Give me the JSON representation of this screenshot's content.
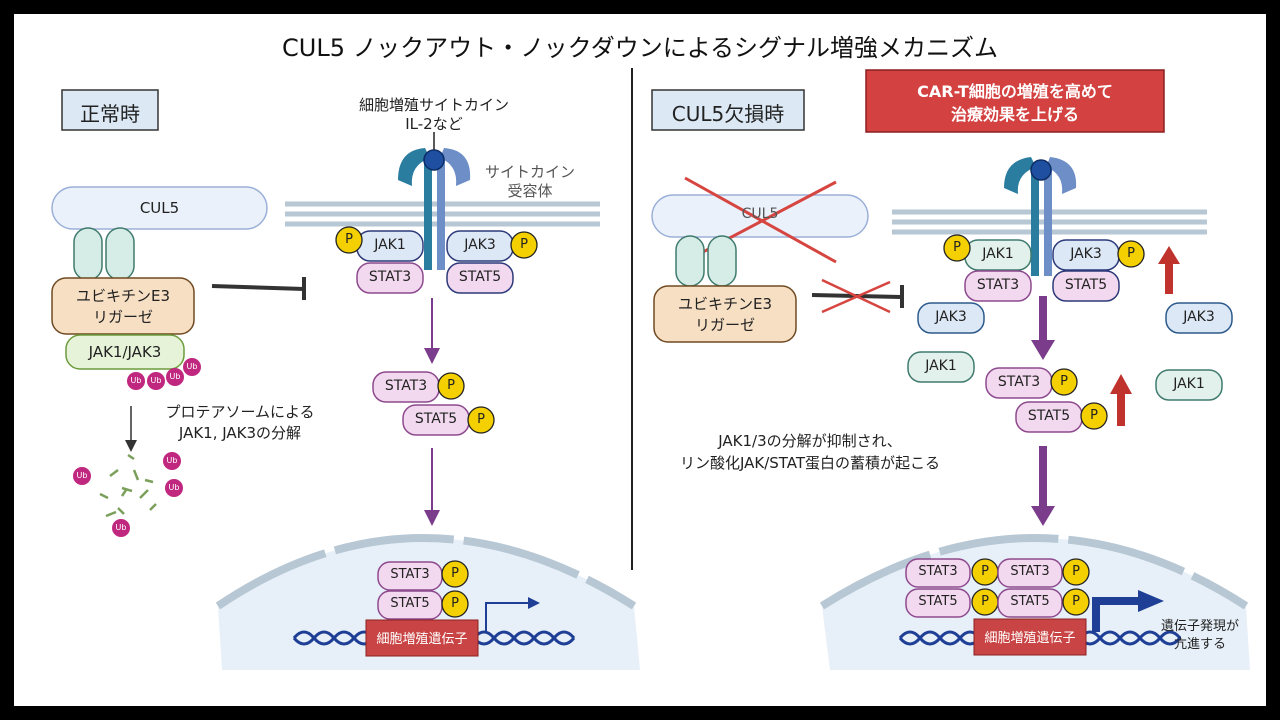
{
  "title": "CUL5 ノックアウト・ノックダウンによるシグナル増強メカニズム",
  "left": {
    "state_label": "正常時",
    "cytokine_label_1": "細胞増殖サイトカイン",
    "cytokine_label_2": "IL-2など",
    "receptor_label_1": "サイトカイン",
    "receptor_label_2": "受容体",
    "cul5": "CUL5",
    "ligase_1": "ユビキチンE3",
    "ligase_2": "リガーゼ",
    "jak_complex": "JAK1/JAK3",
    "degradation_1": "プロテアソームによる",
    "degradation_2": "JAK1, JAK3の分解",
    "jak1": "JAK1",
    "jak3": "JAK3",
    "stat3": "STAT3",
    "stat5": "STAT5",
    "p": "P",
    "ub": "Ub",
    "gene": "細胞増殖遺伝子"
  },
  "right": {
    "state_label": "CUL5欠損時",
    "banner_1": "CAR-T細胞の増殖を高めて",
    "banner_2": "治療効果を上げる",
    "cul5": "CUL5",
    "ligase_1": "ユビキチンE3",
    "ligase_2": "リガーゼ",
    "jak1": "JAK1",
    "jak3": "JAK3",
    "stat3": "STAT3",
    "stat5": "STAT5",
    "p": "P",
    "accumulation_1": "JAK1/3の分解が抑制され、",
    "accumulation_2": "リン酸化JAK/STAT蛋白の蓄積が起こる",
    "gene": "細胞増殖遺伝子",
    "expression_1": "遺伝子発現が",
    "expression_2": "亢進する"
  },
  "colors": {
    "stat_fill": "#f3d9ef",
    "stat_stroke": "#8e4a8e",
    "jak_fill": "#dde8f6",
    "jak_stroke": "#2c3a7a",
    "p_fill": "#f4d000",
    "receptor": "#2b7da0",
    "ub": "#c0277f",
    "purple_arrow": "#7b3c8c",
    "red_arrow": "#c0322c",
    "gene_box": "#c94545",
    "dna": "#1f3f97",
    "banner": "#d34141"
  }
}
